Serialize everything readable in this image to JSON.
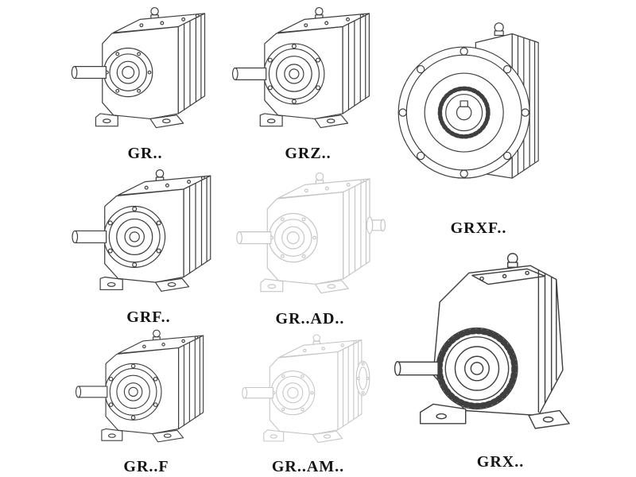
{
  "colors": {
    "background": "#ffffff",
    "line": "#3f3f3f",
    "faint_line": "#c6c6c6",
    "label": "#141414"
  },
  "items": [
    {
      "id": "gr",
      "label": "GR..",
      "style": "solid"
    },
    {
      "id": "grz",
      "label": "GRZ..",
      "style": "solid"
    },
    {
      "id": "grxf",
      "label": "GRXF..",
      "style": "solid"
    },
    {
      "id": "grf",
      "label": "GRF..",
      "style": "solid"
    },
    {
      "id": "gr-ad",
      "label": "GR..AD..",
      "style": "ghost"
    },
    {
      "id": "gr-f",
      "label": "GR..F",
      "style": "solid"
    },
    {
      "id": "gr-am",
      "label": "GR..AM..",
      "style": "ghost"
    },
    {
      "id": "grx",
      "label": "GRX..",
      "style": "solid"
    }
  ]
}
